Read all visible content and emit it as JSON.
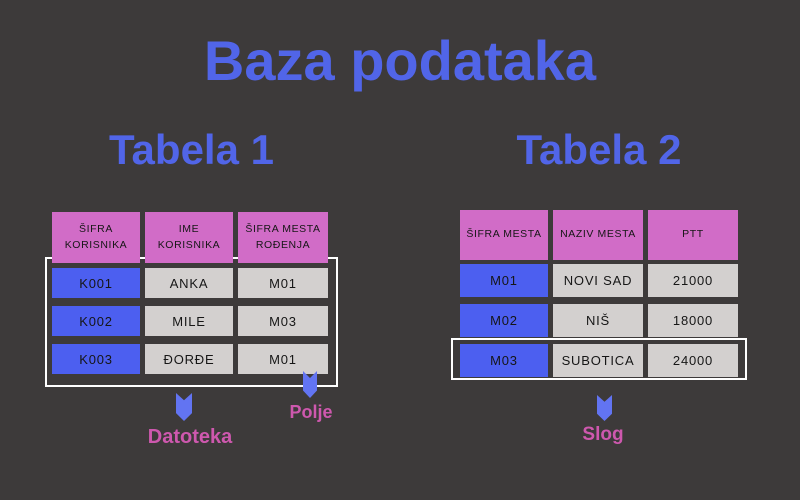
{
  "title": "Baza podataka",
  "tables": [
    {
      "name": "Tabela 1",
      "headers": [
        "ŠIFRA KORISNIKA",
        "IME KORISNIKA",
        "ŠIFRA MESTA ROĐENJA"
      ],
      "rows": [
        [
          "K001",
          "ANKA",
          "M01"
        ],
        [
          "K002",
          "MILE",
          "M03"
        ],
        [
          "K003",
          "ĐORĐE",
          "M01"
        ]
      ]
    },
    {
      "name": "Tabela 2",
      "headers": [
        "ŠIFRA MESTA",
        "NAZIV MESTA",
        "PTT"
      ],
      "rows": [
        [
          "M01",
          "NOVI SAD",
          "21000"
        ],
        [
          "M02",
          "NIŠ",
          "18000"
        ],
        [
          "M03",
          "SUBOTICA",
          "24000"
        ]
      ]
    }
  ],
  "annotations": {
    "datoteka": "Datoteka",
    "polje": "Polje",
    "slog": "Slog"
  },
  "colors": {
    "background": "#3d3a3a",
    "heading_blue": "#5165e8",
    "header_pink": "#d16cc7",
    "key_cell_blue": "#4c5ff0",
    "data_cell_gray": "#d3d0cf",
    "label_pink": "#ce58ae",
    "arrow_blue": "#6274f2",
    "highlight_border_white": "#ffffff"
  }
}
